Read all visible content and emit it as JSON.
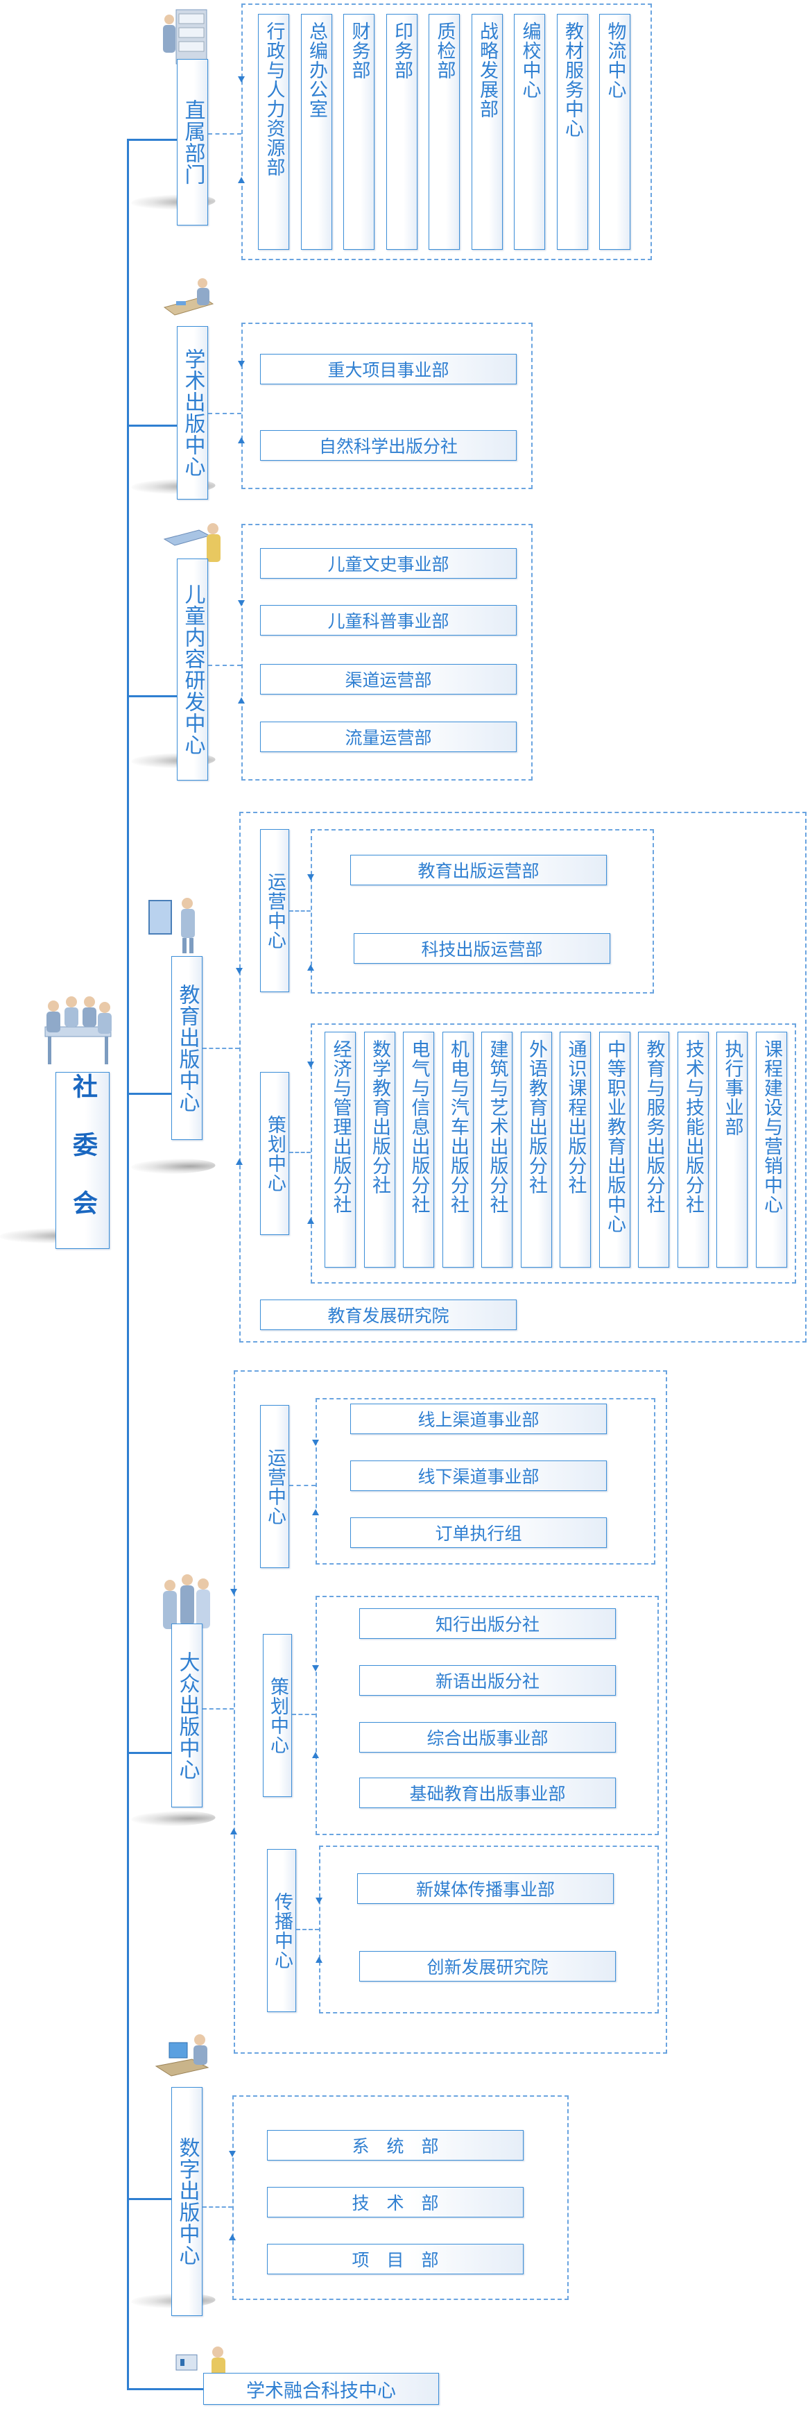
{
  "root": {
    "label": "社委会"
  },
  "direct": {
    "category": "直属部门",
    "items": [
      "行政与人力资源部",
      "总编办公室",
      "财务部",
      "印务部",
      "质检部",
      "战略发展部",
      "编校中心",
      "教材服务中心",
      "物流中心"
    ]
  },
  "academic": {
    "category": "学术出版中心",
    "items": [
      "重大项目事业部",
      "自然科学出版分社"
    ]
  },
  "children": {
    "category": "儿童内容研发中心",
    "items": [
      "儿童文史事业部",
      "儿童科普事业部",
      "渠道运营部",
      "流量运营部"
    ]
  },
  "education": {
    "category": "教育出版中心",
    "ops": {
      "label": "运营中心",
      "items": [
        "教育出版运营部",
        "科技出版运营部"
      ]
    },
    "planning": {
      "label": "策划中心",
      "items": [
        "经济与管理出版分社",
        "数学教育出版分社",
        "电气与信息出版分社",
        "机电与汽车出版分社",
        "建筑与艺术出版分社",
        "外语教育出版分社",
        "通识课程出版分社",
        "中等职业教育出版中心",
        "教育与服务出版分社",
        "技术与技能出版分社",
        "执行事业部",
        "课程建设与营销中心"
      ]
    },
    "research": "教育发展研究院"
  },
  "popular": {
    "category": "大众出版中心",
    "ops": {
      "label": "运营中心",
      "items": [
        "线上渠道事业部",
        "线下渠道事业部",
        "订单执行组"
      ]
    },
    "planning": {
      "label": "策划中心",
      "items": [
        "知行出版分社",
        "新语出版分社",
        "综合出版事业部",
        "基础教育出版事业部"
      ]
    },
    "comm": {
      "label": "传播中心",
      "items": [
        "新媒体传播事业部",
        "创新发展研究院"
      ]
    }
  },
  "digital": {
    "category": "数字出版中心",
    "items": [
      "系　统　部",
      "技　术　部",
      "项　目　部"
    ]
  },
  "fusion": {
    "label": "学术融合科技中心"
  },
  "colors": {
    "line": "#2f7fd1",
    "text": "#2f7fd1",
    "border": "#3d8fd8",
    "dashed": "#6aa4e0",
    "root_text": "#1a67c0"
  }
}
